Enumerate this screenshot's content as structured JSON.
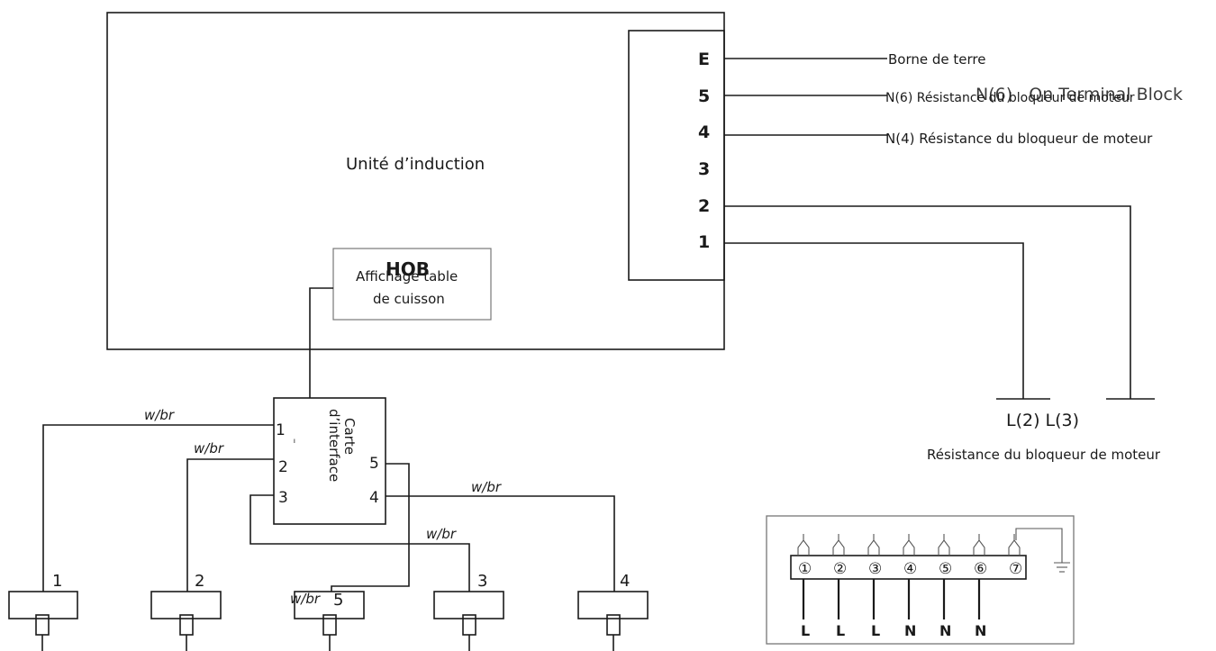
{
  "induction_unit": {
    "label": "Unité d’induction"
  },
  "terminal_block": {
    "terminals": [
      "E",
      "5",
      "4",
      "3",
      "2",
      "1"
    ],
    "overlay_title": "N(6)   On Terminal Block"
  },
  "connections": {
    "earth": "Borne de terre",
    "n6": "N(6) Résistance du bloqueur de moteur",
    "n4": "N(4) Résistance du bloqueur de moteur"
  },
  "lines_label": {
    "l_terms": "L(2) L(3)",
    "resistance": "Résistance du bloqueur de moteur"
  },
  "hob_display": {
    "title": "HOB",
    "line1": "Affichage table",
    "line2": "de cuisson"
  },
  "interface_card": {
    "line1": "Carte",
    "line2": "d’interface",
    "dash": "–",
    "pins": [
      "1",
      "2",
      "3",
      "4",
      "5"
    ]
  },
  "wire_labels": [
    "w/br",
    "w/br",
    "w/br",
    "w/br",
    "w/br"
  ],
  "zones": [
    "1",
    "2",
    "5",
    "3",
    "4"
  ],
  "mini_block": {
    "numbers": [
      "①",
      "②",
      "③",
      "④",
      "⑤",
      "⑥",
      "⑦"
    ],
    "bottom": [
      "L",
      "L",
      "L",
      "N",
      "N",
      "N"
    ]
  }
}
